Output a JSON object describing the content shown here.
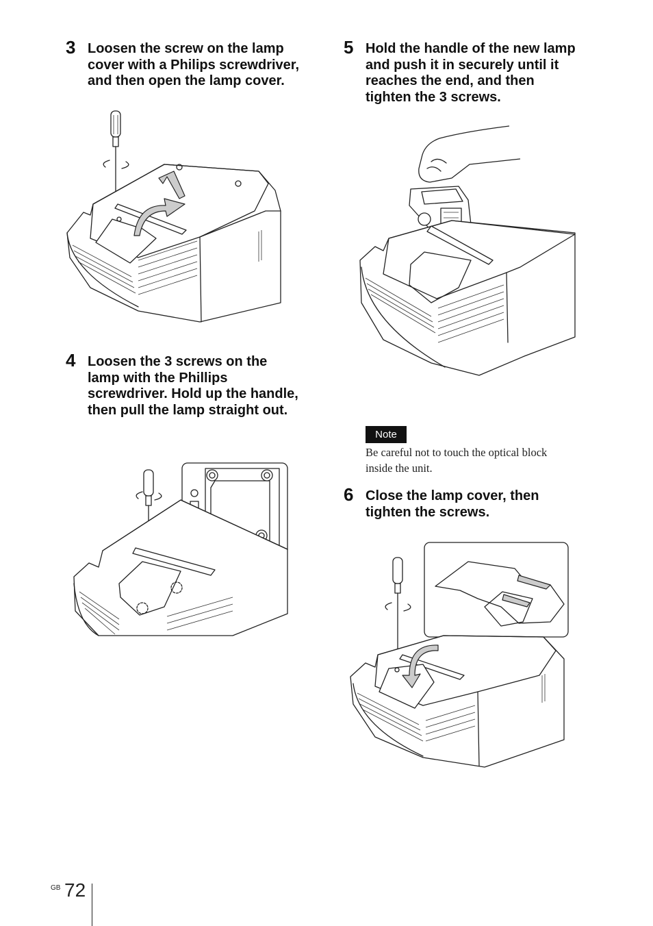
{
  "steps": [
    {
      "number": "3",
      "lines": [
        "Loosen the screw on the lamp",
        "cover with a Philips screwdriver,",
        "and then open the lamp cover."
      ]
    },
    {
      "number": "4",
      "lines": [
        "Loosen the 3 screws on the",
        "lamp with the Phillips",
        "screwdriver. Hold up the handle,",
        "then pull the lamp straight out."
      ]
    },
    {
      "number": "5",
      "lines": [
        "Hold the handle of the new lamp",
        "and push it in securely until it",
        "reaches the end, and then",
        "tighten the 3 screws."
      ]
    },
    {
      "number": "6",
      "lines": [
        "Close the lamp cover, then",
        "tighten the screws."
      ]
    }
  ],
  "note": {
    "label": "Note",
    "lines": [
      "Be careful not to touch the optical block",
      "inside the unit."
    ]
  },
  "footer": {
    "region": "GB",
    "page_number": "72"
  }
}
